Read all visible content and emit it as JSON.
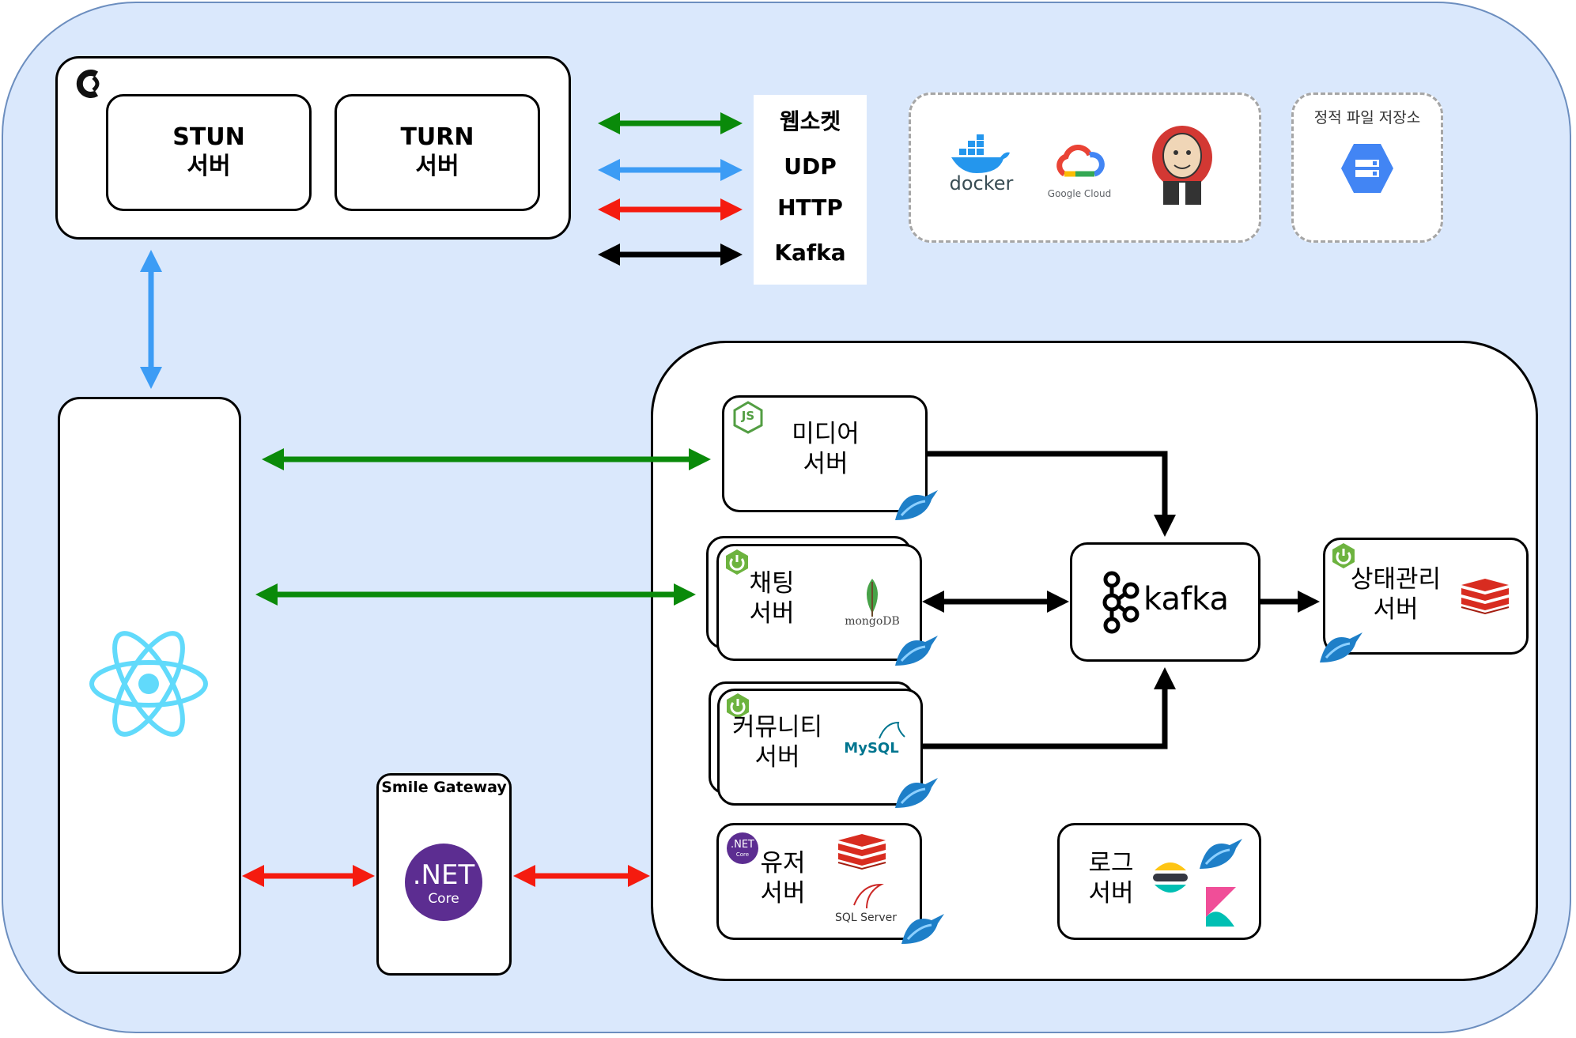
{
  "turn_stun_group": {
    "stun_label": "STUN\n서버",
    "turn_label": "TURN\n서버"
  },
  "legend": {
    "items": [
      {
        "label": "웹소켓",
        "color": "#0a8a0a"
      },
      {
        "label": "UDP",
        "color": "#3c9cf5"
      },
      {
        "label": "HTTP",
        "color": "#f51b0f"
      },
      {
        "label": "Kafka",
        "color": "#000000"
      }
    ]
  },
  "infra": {
    "docker_label": "docker",
    "gcloud_label": "Google Cloud"
  },
  "static_storage": {
    "title": "정적 파일 저장소"
  },
  "gateway": {
    "title": "Smile Gateway",
    "net_label": ".NET",
    "net_sub": "Core"
  },
  "servers": {
    "media": "미디어\n서버",
    "chat": "채팅\n서버",
    "community": "커뮤니티\n서버",
    "user": "유저\n서버",
    "state": "상태관리\n서버",
    "log": "로그\n서버",
    "kafka": "kafka"
  },
  "logos": {
    "mongodb": "mongoDB",
    "mysql": "MySQL",
    "sqlserver": "SQL Server",
    "net_small": ".NET",
    "net_small_sub": "Core",
    "js": "JS"
  },
  "colors": {
    "websocket": "#0a8a0a",
    "udp": "#3c9cf5",
    "http": "#f51b0f",
    "kafka": "#000000",
    "background": "#dae8fc",
    "background_border": "#6c8ebf"
  }
}
